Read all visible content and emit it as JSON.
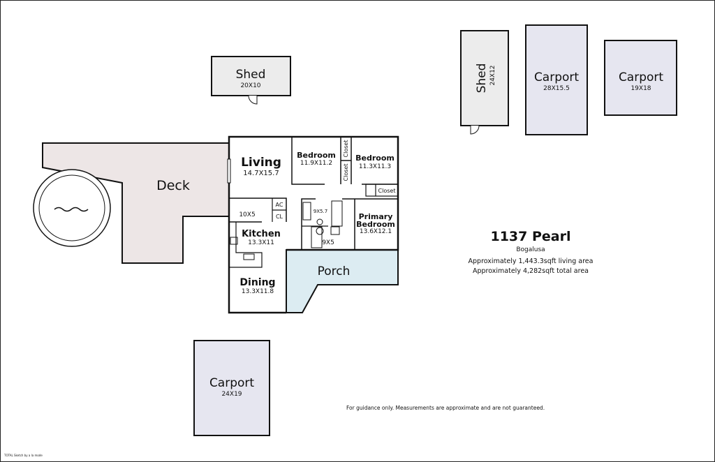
{
  "title": "1137 Pearl",
  "city": "Bogalusa",
  "living_area": "Approximately 1,443.3sqft living area",
  "total_area": "Approximately 4,282sqft total area",
  "disclaimer": "For guidance only. Measurements are approximate and are not guaranteed.",
  "credit": "TOTAL Sketch by a la mode",
  "colors": {
    "deck": "#ede6e6",
    "porch": "#dcecf2",
    "carport": "#e6e6f0",
    "shed": "#ececec",
    "wall": "#111111"
  },
  "structures": {
    "shed_left": {
      "name": "Shed",
      "dim": "20X10"
    },
    "shed_right": {
      "name": "Shed",
      "dim": "24X12"
    },
    "carport_1": {
      "name": "Carport",
      "dim": "28X15.5"
    },
    "carport_2": {
      "name": "Carport",
      "dim": "19X18"
    },
    "carport_3": {
      "name": "Carport",
      "dim": "24X19"
    },
    "deck": {
      "name": "Deck"
    },
    "porch": {
      "name": "Porch"
    }
  },
  "rooms": {
    "living": {
      "name": "Living",
      "dim": "14.7X15.7"
    },
    "bedroom1": {
      "name": "Bedroom",
      "dim": "11.9X11.2"
    },
    "bedroom2": {
      "name": "Bedroom",
      "dim": "11.3X11.3"
    },
    "closet": "Closet",
    "cl": "CL",
    "ac": "AC",
    "laundry_dim": "10X5",
    "kitchen": {
      "name": "Kitchen",
      "dim": "13.3X11"
    },
    "bath1_dim": "9X5.7",
    "bath2_dim": "9X5",
    "primary": {
      "name1": "Primary",
      "name2": "Bedroom",
      "dim": "13.6X12.1"
    },
    "dining": {
      "name": "Dining",
      "dim": "13.3X11.8"
    }
  }
}
